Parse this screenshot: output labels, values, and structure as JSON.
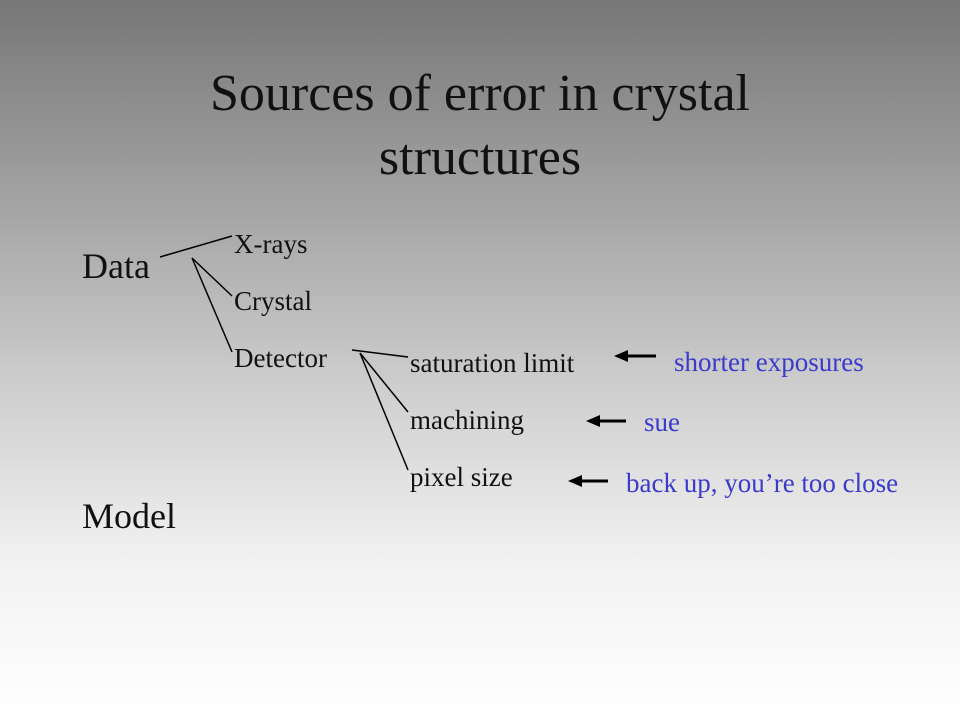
{
  "slide": {
    "title_line1": "Sources of error in crystal",
    "title_line2": "structures"
  },
  "tree": {
    "root_data": "Data",
    "root_model": "Model",
    "data_children": [
      "X-rays",
      "Crystal",
      "Detector"
    ],
    "detector_children": [
      "saturation limit",
      "machining",
      "pixel size"
    ]
  },
  "remedies": [
    "shorter exposures",
    "sue",
    "back up, you’re too close"
  ],
  "colors": {
    "text": "#111111",
    "remedy_text": "#3a3acc",
    "background_top": "#777777",
    "background_bottom": "#ffffff"
  },
  "icons": {
    "arrow": "left-arrow-icon"
  }
}
